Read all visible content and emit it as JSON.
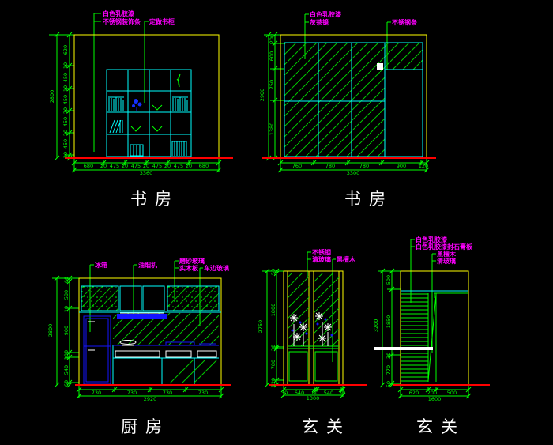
{
  "colors": {
    "background": "#000000",
    "outline_yellow": "#ffff00",
    "dimension_green": "#00ff00",
    "annotation_magenta": "#ff00ff",
    "fixture_cyan": "#00ffff",
    "detail_blue": "#1414ff",
    "floor_red": "#ff0000",
    "title_white": "#ffffff"
  },
  "drawings": {
    "study_left": {
      "title": "书房",
      "annotations": [
        "白色乳胶漆",
        "不锈钢装饰条",
        "定做书柜"
      ],
      "dim_left_overall": "2800",
      "dim_left": [
        "620",
        "10",
        "450",
        "10",
        "450",
        "20",
        "450",
        "20",
        "450",
        "20"
      ],
      "dim_bottom": [
        "680",
        "20",
        "475",
        "20",
        "475",
        "20",
        "475",
        "20",
        "475",
        "20",
        "680"
      ],
      "dim_bottom_overall": "3360"
    },
    "study_right": {
      "title": "书房",
      "annotations": [
        "白色乳胶漆",
        "灰茶镜",
        "不锈钢条"
      ],
      "dim_left_overall": "2900",
      "dim_left": [
        "200",
        "600",
        "750",
        "1380"
      ],
      "dim_bottom": [
        "760",
        "780",
        "780",
        "900",
        "120"
      ],
      "dim_bottom_overall": "3300"
    },
    "kitchen": {
      "title": "厨房",
      "annotations": [
        "冰箱",
        "油烟机",
        "磨砂玻璃",
        "实木板",
        "车边玻璃"
      ],
      "dim_left_overall": "2800",
      "dim_left": [
        "60",
        "580",
        "10",
        "900",
        "100",
        "540",
        "60"
      ],
      "dim_bottom": [
        "730",
        "730",
        "730",
        "730"
      ],
      "dim_bottom_overall": "2920"
    },
    "entry_middle": {
      "title": "玄关",
      "annotations": [
        "不锈钢",
        "清玻璃",
        "黑檀木"
      ],
      "dim_left_overall": "2750",
      "dim_left": [
        "50",
        "1800",
        "30",
        "780",
        "120"
      ],
      "dim_bottom": [
        "30",
        "640",
        "60",
        "540",
        "30"
      ],
      "dim_bottom_overall": "1300"
    },
    "entry_right": {
      "title": "玄关",
      "annotations": [
        "白色乳胶漆",
        "白色乳胶漆封石膏板",
        "黑檀木",
        "清玻璃"
      ],
      "dim_left_overall": "3200",
      "dim_left": [
        "500",
        "1850",
        "30",
        "770",
        "50"
      ],
      "dim_bottom": [
        "620",
        "200",
        "500"
      ],
      "dim_bottom_overall": "1600"
    }
  }
}
